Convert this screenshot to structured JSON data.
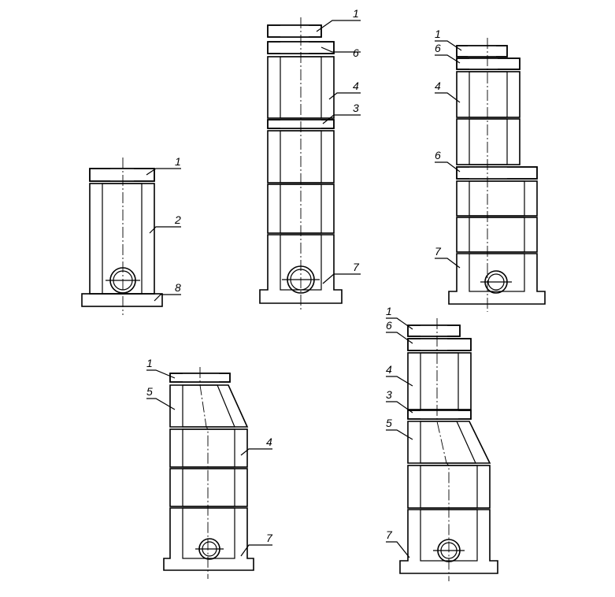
{
  "callouts": {
    "a": [
      "1",
      "2",
      "8"
    ],
    "b": [
      "1",
      "6",
      "4",
      "3",
      "7"
    ],
    "c": [
      "1",
      "6",
      "4",
      "6",
      "7"
    ],
    "d": [
      "1",
      "5",
      "4",
      "7"
    ],
    "e": [
      "1",
      "6",
      "4",
      "3",
      "5",
      "7"
    ]
  },
  "colors": {
    "ink": "#000000",
    "background": "#ffffff"
  }
}
